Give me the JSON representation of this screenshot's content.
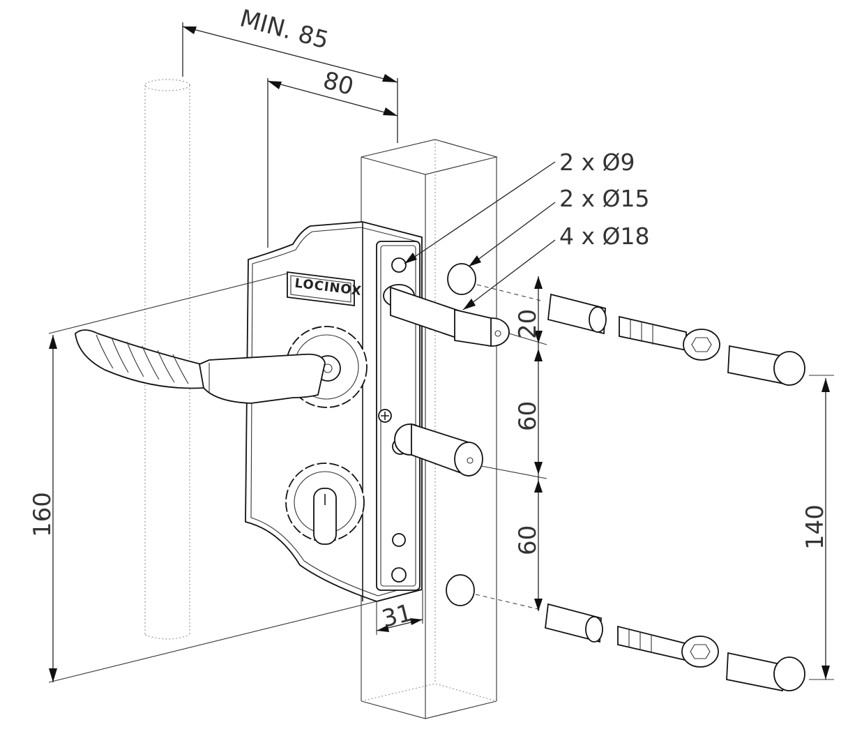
{
  "dimensions": {
    "min_gap": "MIN. 85",
    "lock_depth": "80",
    "bolt_spacing_top": "20",
    "bolt_spacing_mid": "60",
    "bolt_spacing_low": "60",
    "total_height": "160",
    "keeper_spacing": "140",
    "profile_width": "31"
  },
  "callouts": {
    "hole_small": "2 x Ø9",
    "hole_medium": "2 x Ø15",
    "hole_large": "4 x Ø18"
  },
  "brand": {
    "logo": "LOCINOX"
  }
}
